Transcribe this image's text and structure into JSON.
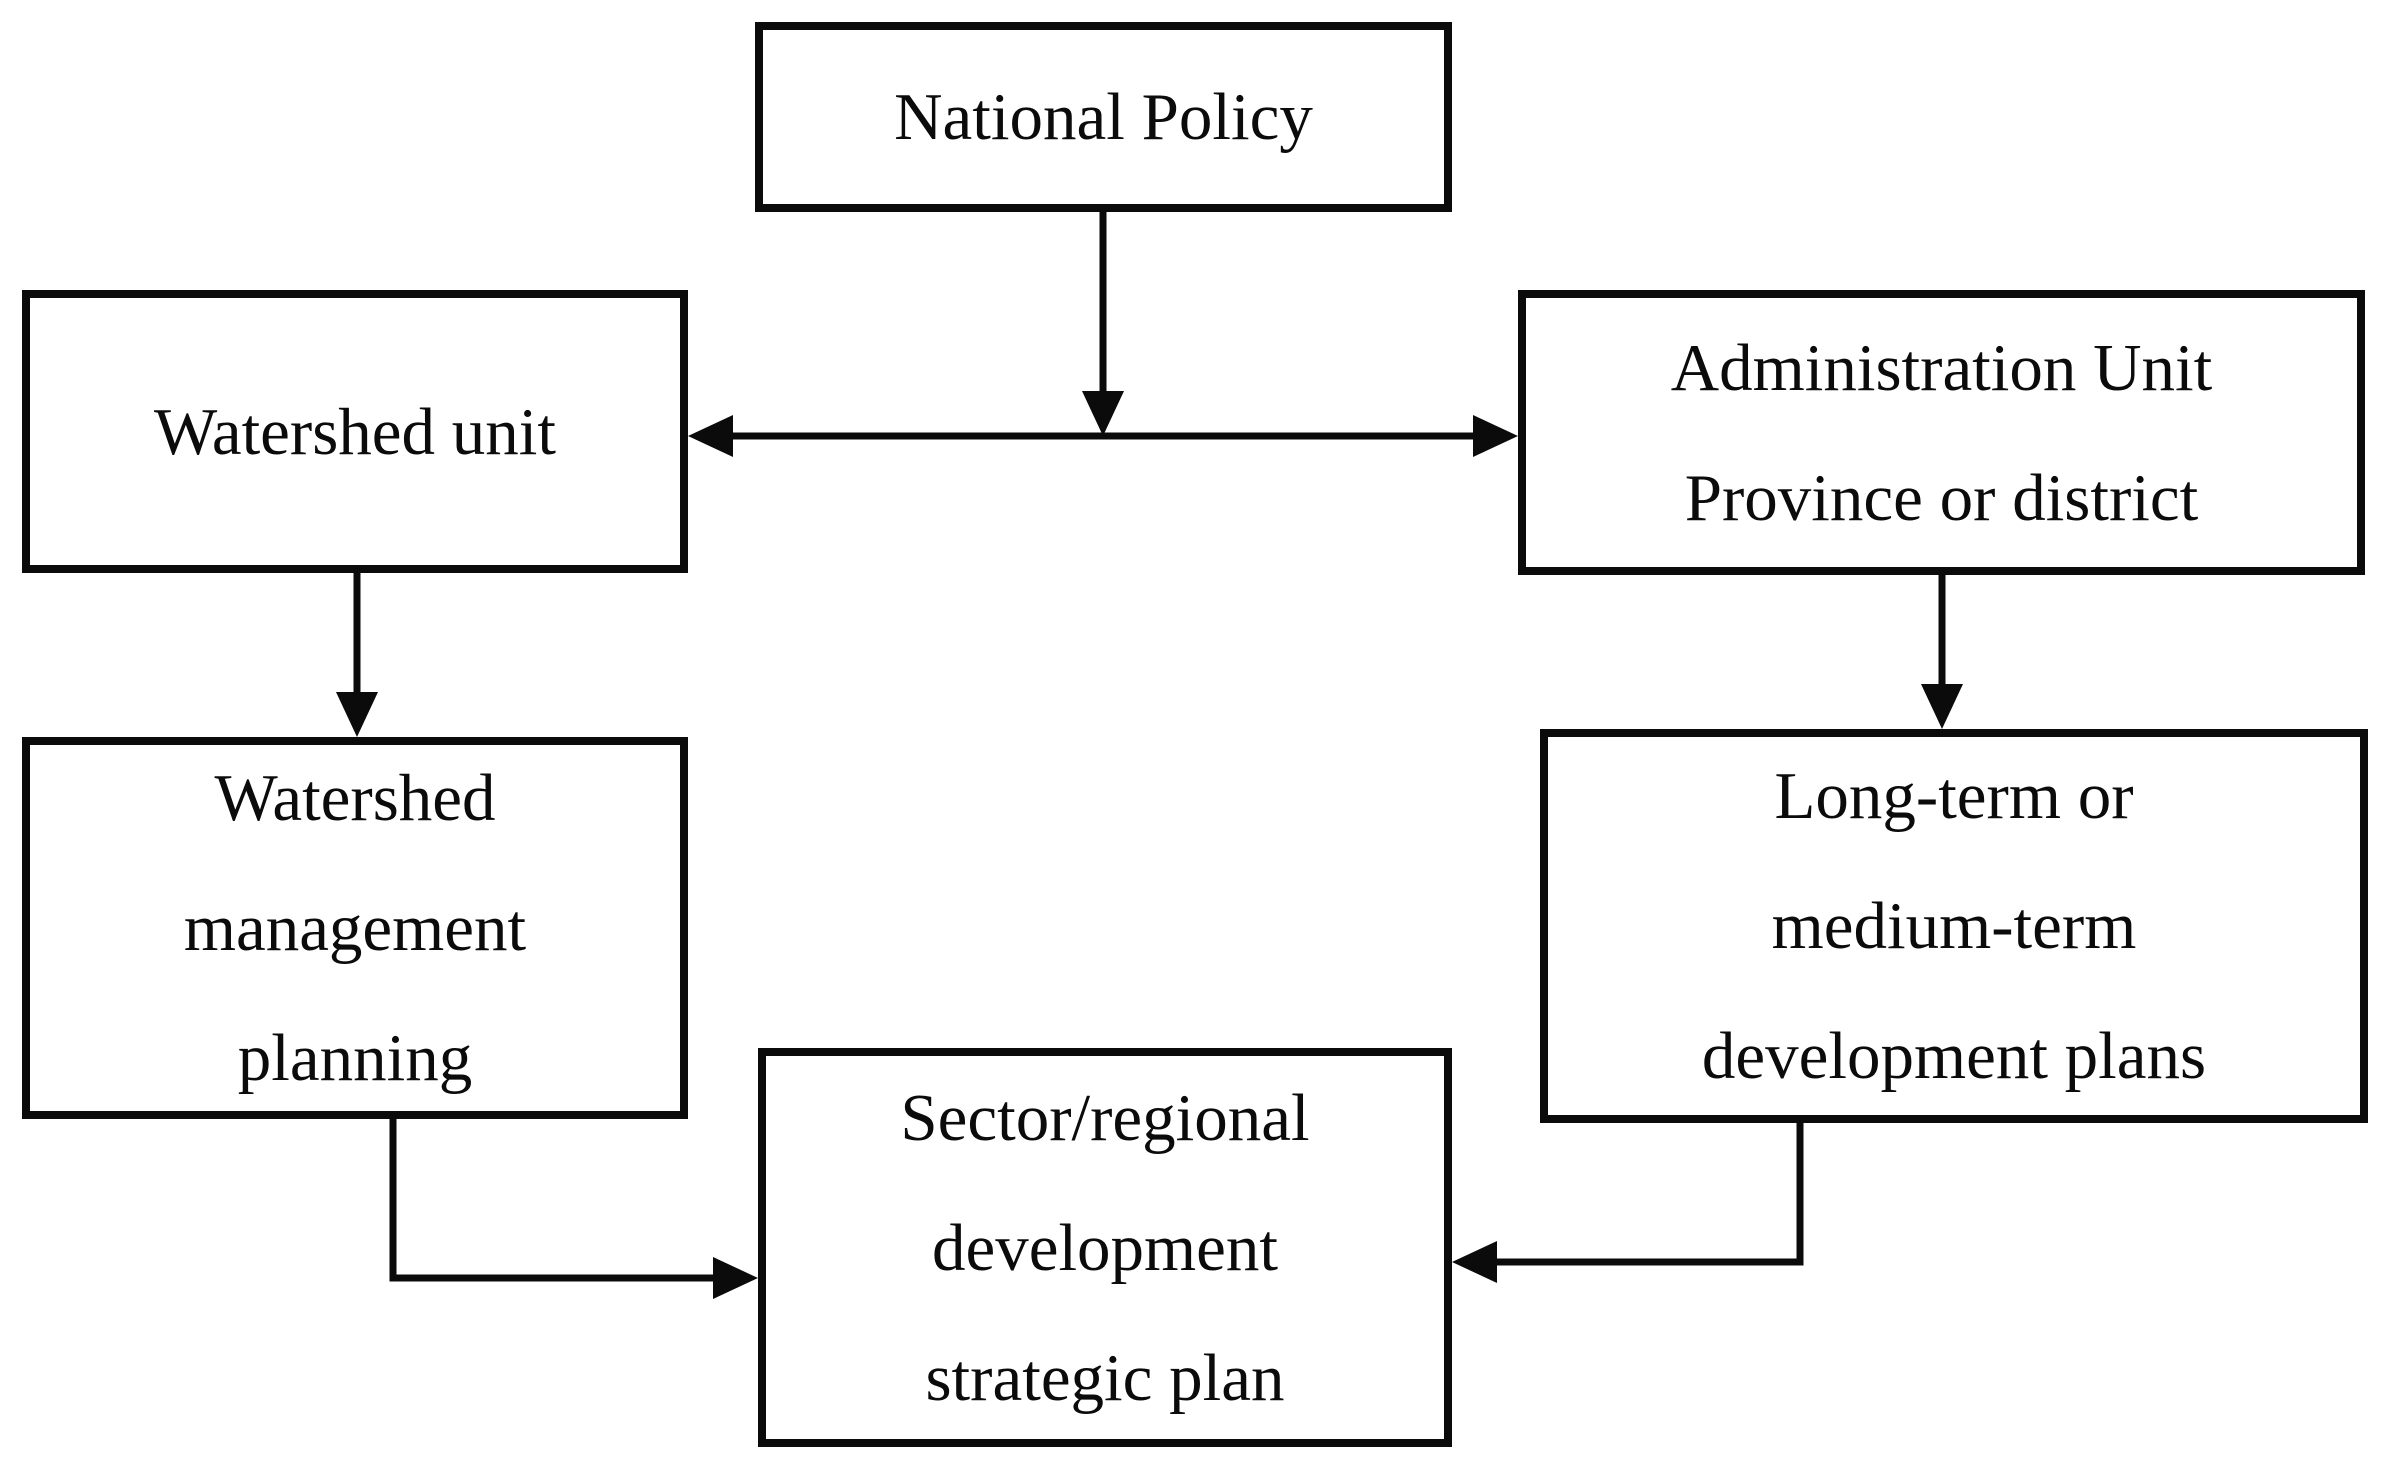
{
  "diagram": {
    "background_color": "#ffffff",
    "stroke_color": "#0b0b0b",
    "text_color": "#0b0b0b"
  },
  "nodes": {
    "national_policy": {
      "lines": [
        "National Policy"
      ]
    },
    "watershed_unit": {
      "lines": [
        "Watershed unit"
      ]
    },
    "administration_unit": {
      "lines": [
        "Administration Unit",
        "Province or district"
      ]
    },
    "watershed_management_planning": {
      "lines": [
        "Watershed",
        "management",
        "planning"
      ]
    },
    "long_medium_term_plans": {
      "lines": [
        "Long-term or",
        "medium-term",
        "development plans"
      ]
    },
    "sector_regional_plan": {
      "lines": [
        "Sector/regional",
        "development",
        "strategic plan"
      ]
    }
  },
  "edges": [
    {
      "from": "national_policy",
      "to": "watershed_unit-administration_unit-link",
      "arrow": "down"
    },
    {
      "from": "watershed_unit",
      "to": "administration_unit",
      "arrow": "both"
    },
    {
      "from": "watershed_unit",
      "to": "watershed_management_planning",
      "arrow": "down"
    },
    {
      "from": "administration_unit",
      "to": "long_medium_term_plans",
      "arrow": "down"
    },
    {
      "from": "watershed_management_planning",
      "to": "sector_regional_plan",
      "arrow": "right"
    },
    {
      "from": "long_medium_term_plans",
      "to": "sector_regional_plan",
      "arrow": "left"
    }
  ]
}
